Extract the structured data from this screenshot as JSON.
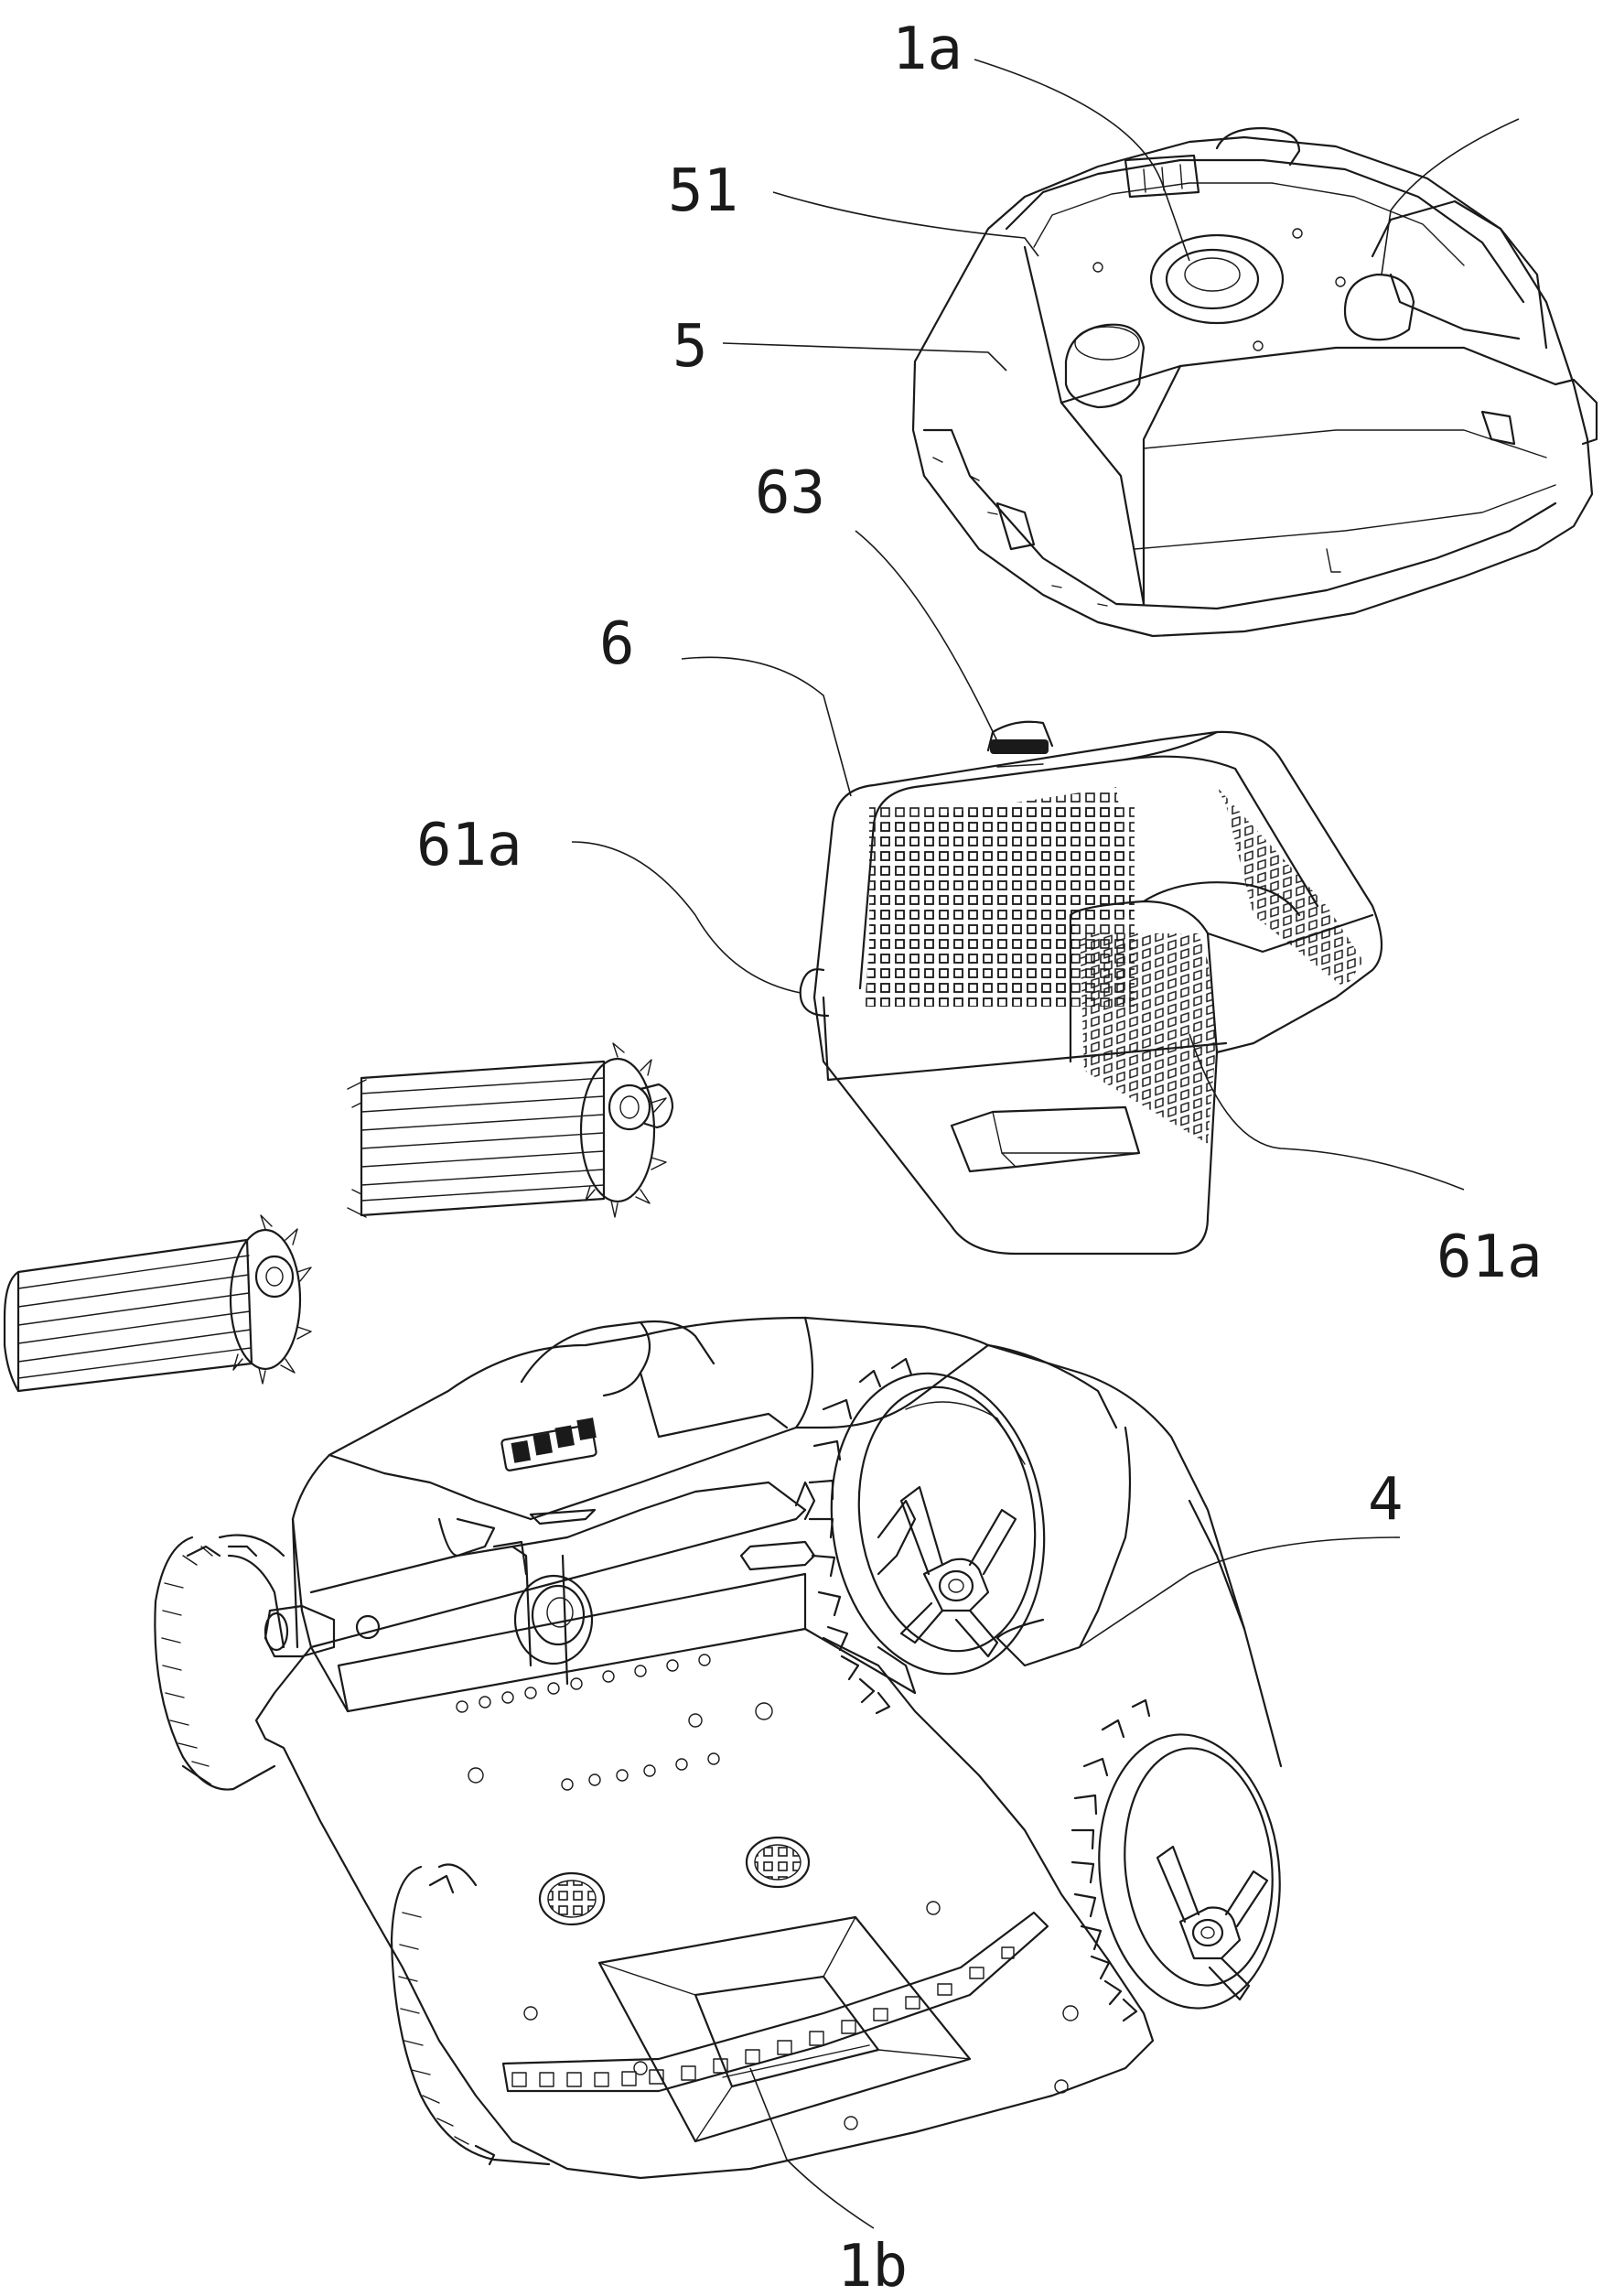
{
  "labels": {
    "l_1a": "1a",
    "l_51": "51",
    "l_5": "5",
    "l_63": "63",
    "l_6": "6",
    "l_61a_left": "61a",
    "l_61a_right": "61a",
    "l_4": "4",
    "l_1b": "1b"
  }
}
